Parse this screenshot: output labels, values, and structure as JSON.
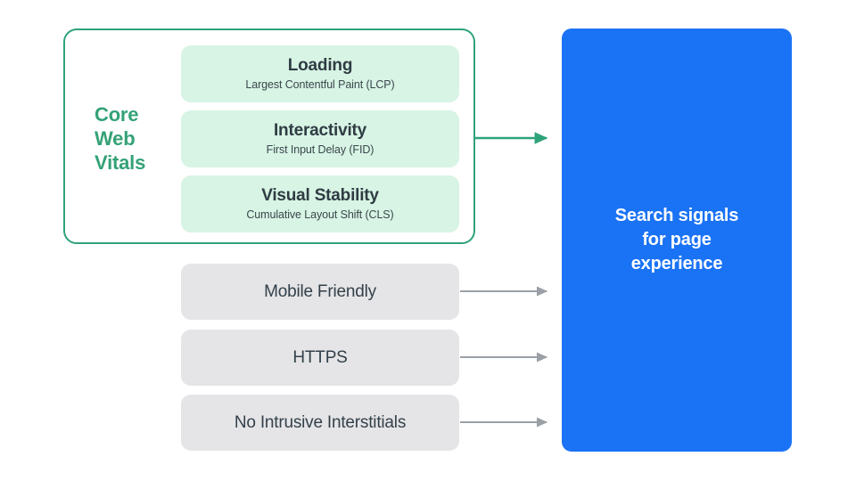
{
  "diagram": {
    "title": "Search signals for page experience",
    "colors": {
      "green_accent": "#34a277",
      "green_border": "#2ea37a",
      "green_pill_bg": "#d7f4e4",
      "gray_box_bg": "#e5e5e7",
      "gray_arrow": "#9aa0a6",
      "blue_panel": "#1a73f5",
      "dark_text": "#2f3c43",
      "white_text": "#ffffff",
      "background": "#ffffff"
    }
  },
  "core_web_vitals": {
    "group_label_lines": [
      "Core",
      "Web",
      "Vitals"
    ],
    "group_label": "Core Web Vitals",
    "metrics": [
      {
        "title": "Loading",
        "subtitle": "Largest Contentful Paint (LCP)",
        "abbreviation": "LCP"
      },
      {
        "title": "Interactivity",
        "subtitle": "First Input Delay (FID)",
        "abbreviation": "FID"
      },
      {
        "title": "Visual Stability",
        "subtitle": "Cumulative Layout Shift (CLS)",
        "abbreviation": "CLS"
      }
    ]
  },
  "other_signals": [
    {
      "label": "Mobile Friendly"
    },
    {
      "label": "HTTPS"
    },
    {
      "label": "No Intrusive Interstitials"
    }
  ],
  "destination": {
    "lines": [
      "Search signals",
      "for page",
      "experience"
    ],
    "full_text": "Search signals for page experience"
  },
  "arrows": [
    {
      "name": "core-web-vitals-arrow",
      "color": "#2ea37a",
      "from": "core-web-vitals-group",
      "to": "search-signals-panel"
    },
    {
      "name": "mobile-friendly-arrow",
      "color": "#9aa0a6",
      "from": "mobile-friendly-box",
      "to": "search-signals-panel"
    },
    {
      "name": "https-arrow",
      "color": "#9aa0a6",
      "from": "https-box",
      "to": "search-signals-panel"
    },
    {
      "name": "no-intrusive-interstitials-arrow",
      "color": "#9aa0a6",
      "from": "no-intrusive-interstitials-box",
      "to": "search-signals-panel"
    }
  ]
}
